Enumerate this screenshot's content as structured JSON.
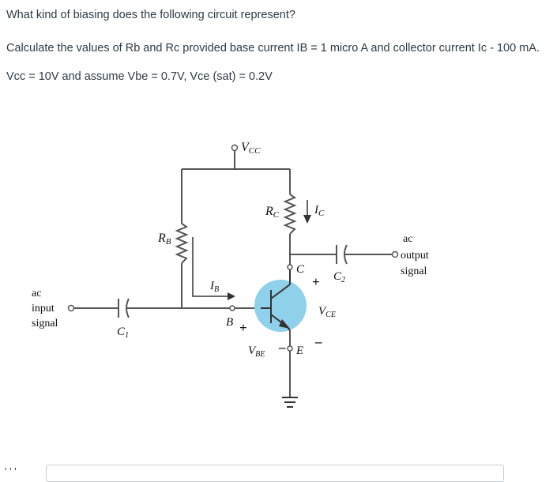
{
  "question": {
    "line1": "What kind of biasing does the following circuit represent?",
    "line2": "Calculate the values of Rb and Rc provided base current IB = 1 micro A and collector current Ic - 100 mA.",
    "line3": "Vcc =  10V and assume Vbe = 0.7V, Vce (sat) = 0.2V"
  },
  "circuit": {
    "vcc": "V",
    "vcc_sub": "CC",
    "rc": "R",
    "rc_sub": "C",
    "ic": "I",
    "ic_sub": "C",
    "rb": "R",
    "rb_sub": "B",
    "ib": "I",
    "ib_sub": "B",
    "c_node": "C",
    "b_node": "B",
    "e_node": "E",
    "c1": "C",
    "c1_sub": "1",
    "c2": "C",
    "c2_sub": "2",
    "vce": "V",
    "vce_sub": "CE",
    "vbe": "V",
    "vbe_sub": "BE",
    "plus": "+",
    "minus": "–",
    "input_line1": "ac",
    "input_line2": "input",
    "input_line3": "signal",
    "output_line1": "ac",
    "output_line2": "output",
    "output_line3": "signal",
    "transistor_fill": "#8fd0ea"
  },
  "answer": {
    "cut_label": "' ' '"
  }
}
